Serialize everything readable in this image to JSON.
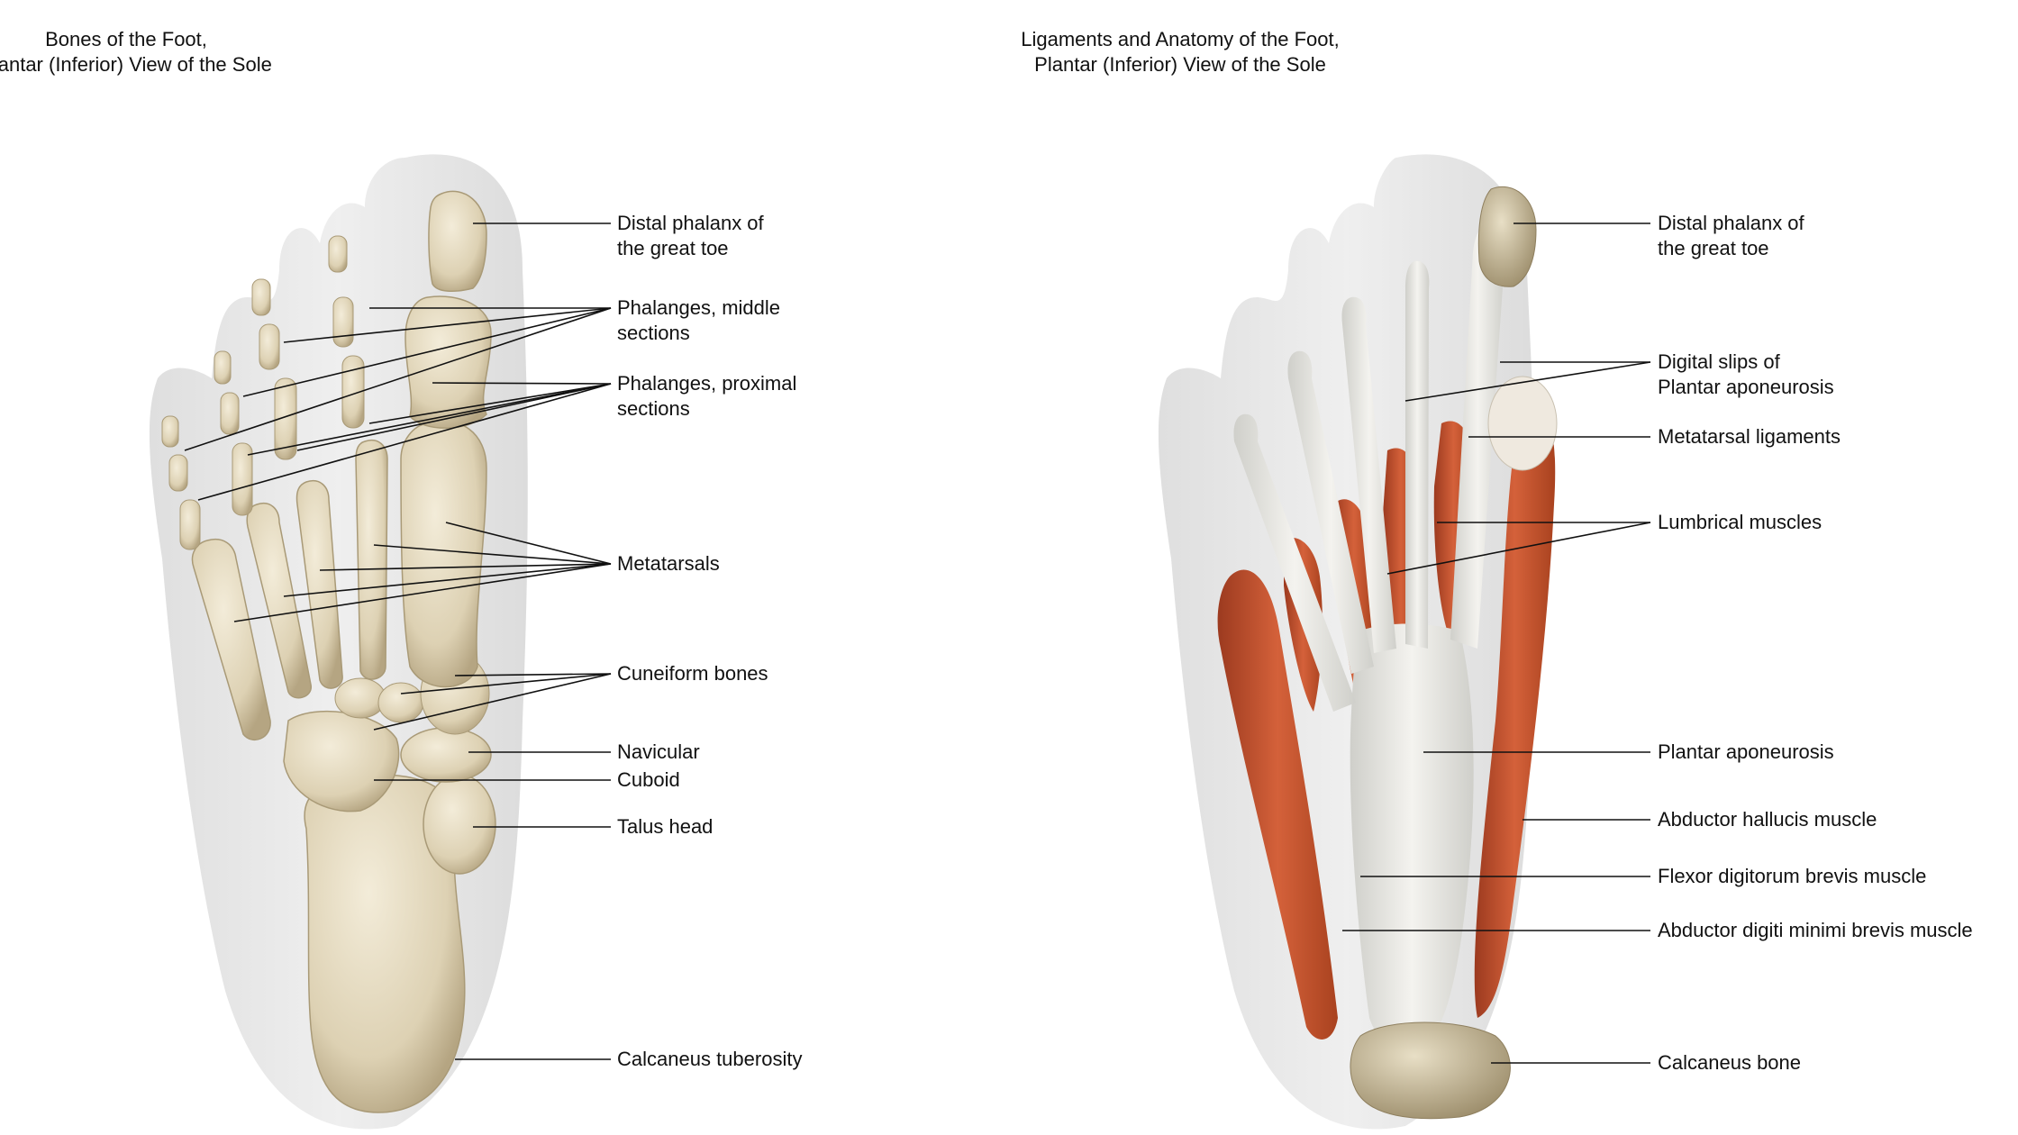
{
  "left": {
    "title_line1": "Bones of the Foot,",
    "title_line2": "Plantar (Inferior) View of the Sole",
    "labels": [
      {
        "line1": "Distal phalanx of",
        "line2": "the great toe"
      },
      {
        "line1": "Phalanges, middle",
        "line2": "sections"
      },
      {
        "line1": "Phalanges, proximal",
        "line2": "sections"
      },
      {
        "line1": "Metatarsals",
        "line2": ""
      },
      {
        "line1": "Cuneiform bones",
        "line2": ""
      },
      {
        "line1": "Navicular",
        "line2": ""
      },
      {
        "line1": "Cuboid",
        "line2": ""
      },
      {
        "line1": "Talus head",
        "line2": ""
      },
      {
        "line1": "Calcaneus tuberosity",
        "line2": ""
      }
    ]
  },
  "right": {
    "title_line1": "Ligaments and Anatomy of the Foot,",
    "title_line2": "Plantar (Inferior) View of the Sole",
    "labels": [
      {
        "line1": "Distal phalanx of",
        "line2": "the great toe"
      },
      {
        "line1": "Digital slips of",
        "line2": "Plantar aponeurosis"
      },
      {
        "line1": "Metatarsal ligaments",
        "line2": ""
      },
      {
        "line1": "Lumbrical muscles",
        "line2": ""
      },
      {
        "line1": "Plantar aponeurosis",
        "line2": ""
      },
      {
        "line1": "Abductor hallucis muscle",
        "line2": ""
      },
      {
        "line1": "Flexor digitorum brevis muscle",
        "line2": ""
      },
      {
        "line1": "Abductor digiti minimi brevis muscle",
        "line2": ""
      },
      {
        "line1": "Calcaneus bone",
        "line2": ""
      }
    ]
  },
  "colors": {
    "bone": "#e6dcc4",
    "bone_shadow": "#b9ab8a",
    "muscle": "#c8532f",
    "muscle_dark": "#9c3a1f",
    "tendon": "#ecebe6",
    "skin_silhouette": "#e2e2e2",
    "leader_line": "#111111"
  }
}
